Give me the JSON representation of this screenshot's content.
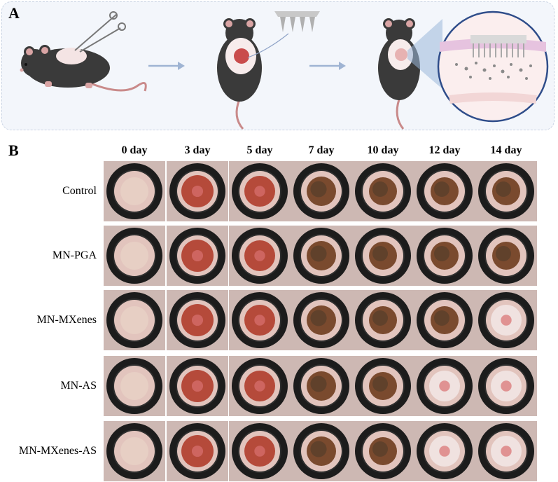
{
  "panel_a": {
    "letter": "A"
  },
  "panel_b": {
    "letter": "B",
    "columns": [
      "0 day",
      "3 day",
      "5 day",
      "7 day",
      "10 day",
      "12 day",
      "14 day"
    ],
    "rows": [
      "Control",
      "MN-PGA",
      "MN-MXenes",
      "MN-AS",
      "MN-MXenes-AS"
    ]
  }
}
